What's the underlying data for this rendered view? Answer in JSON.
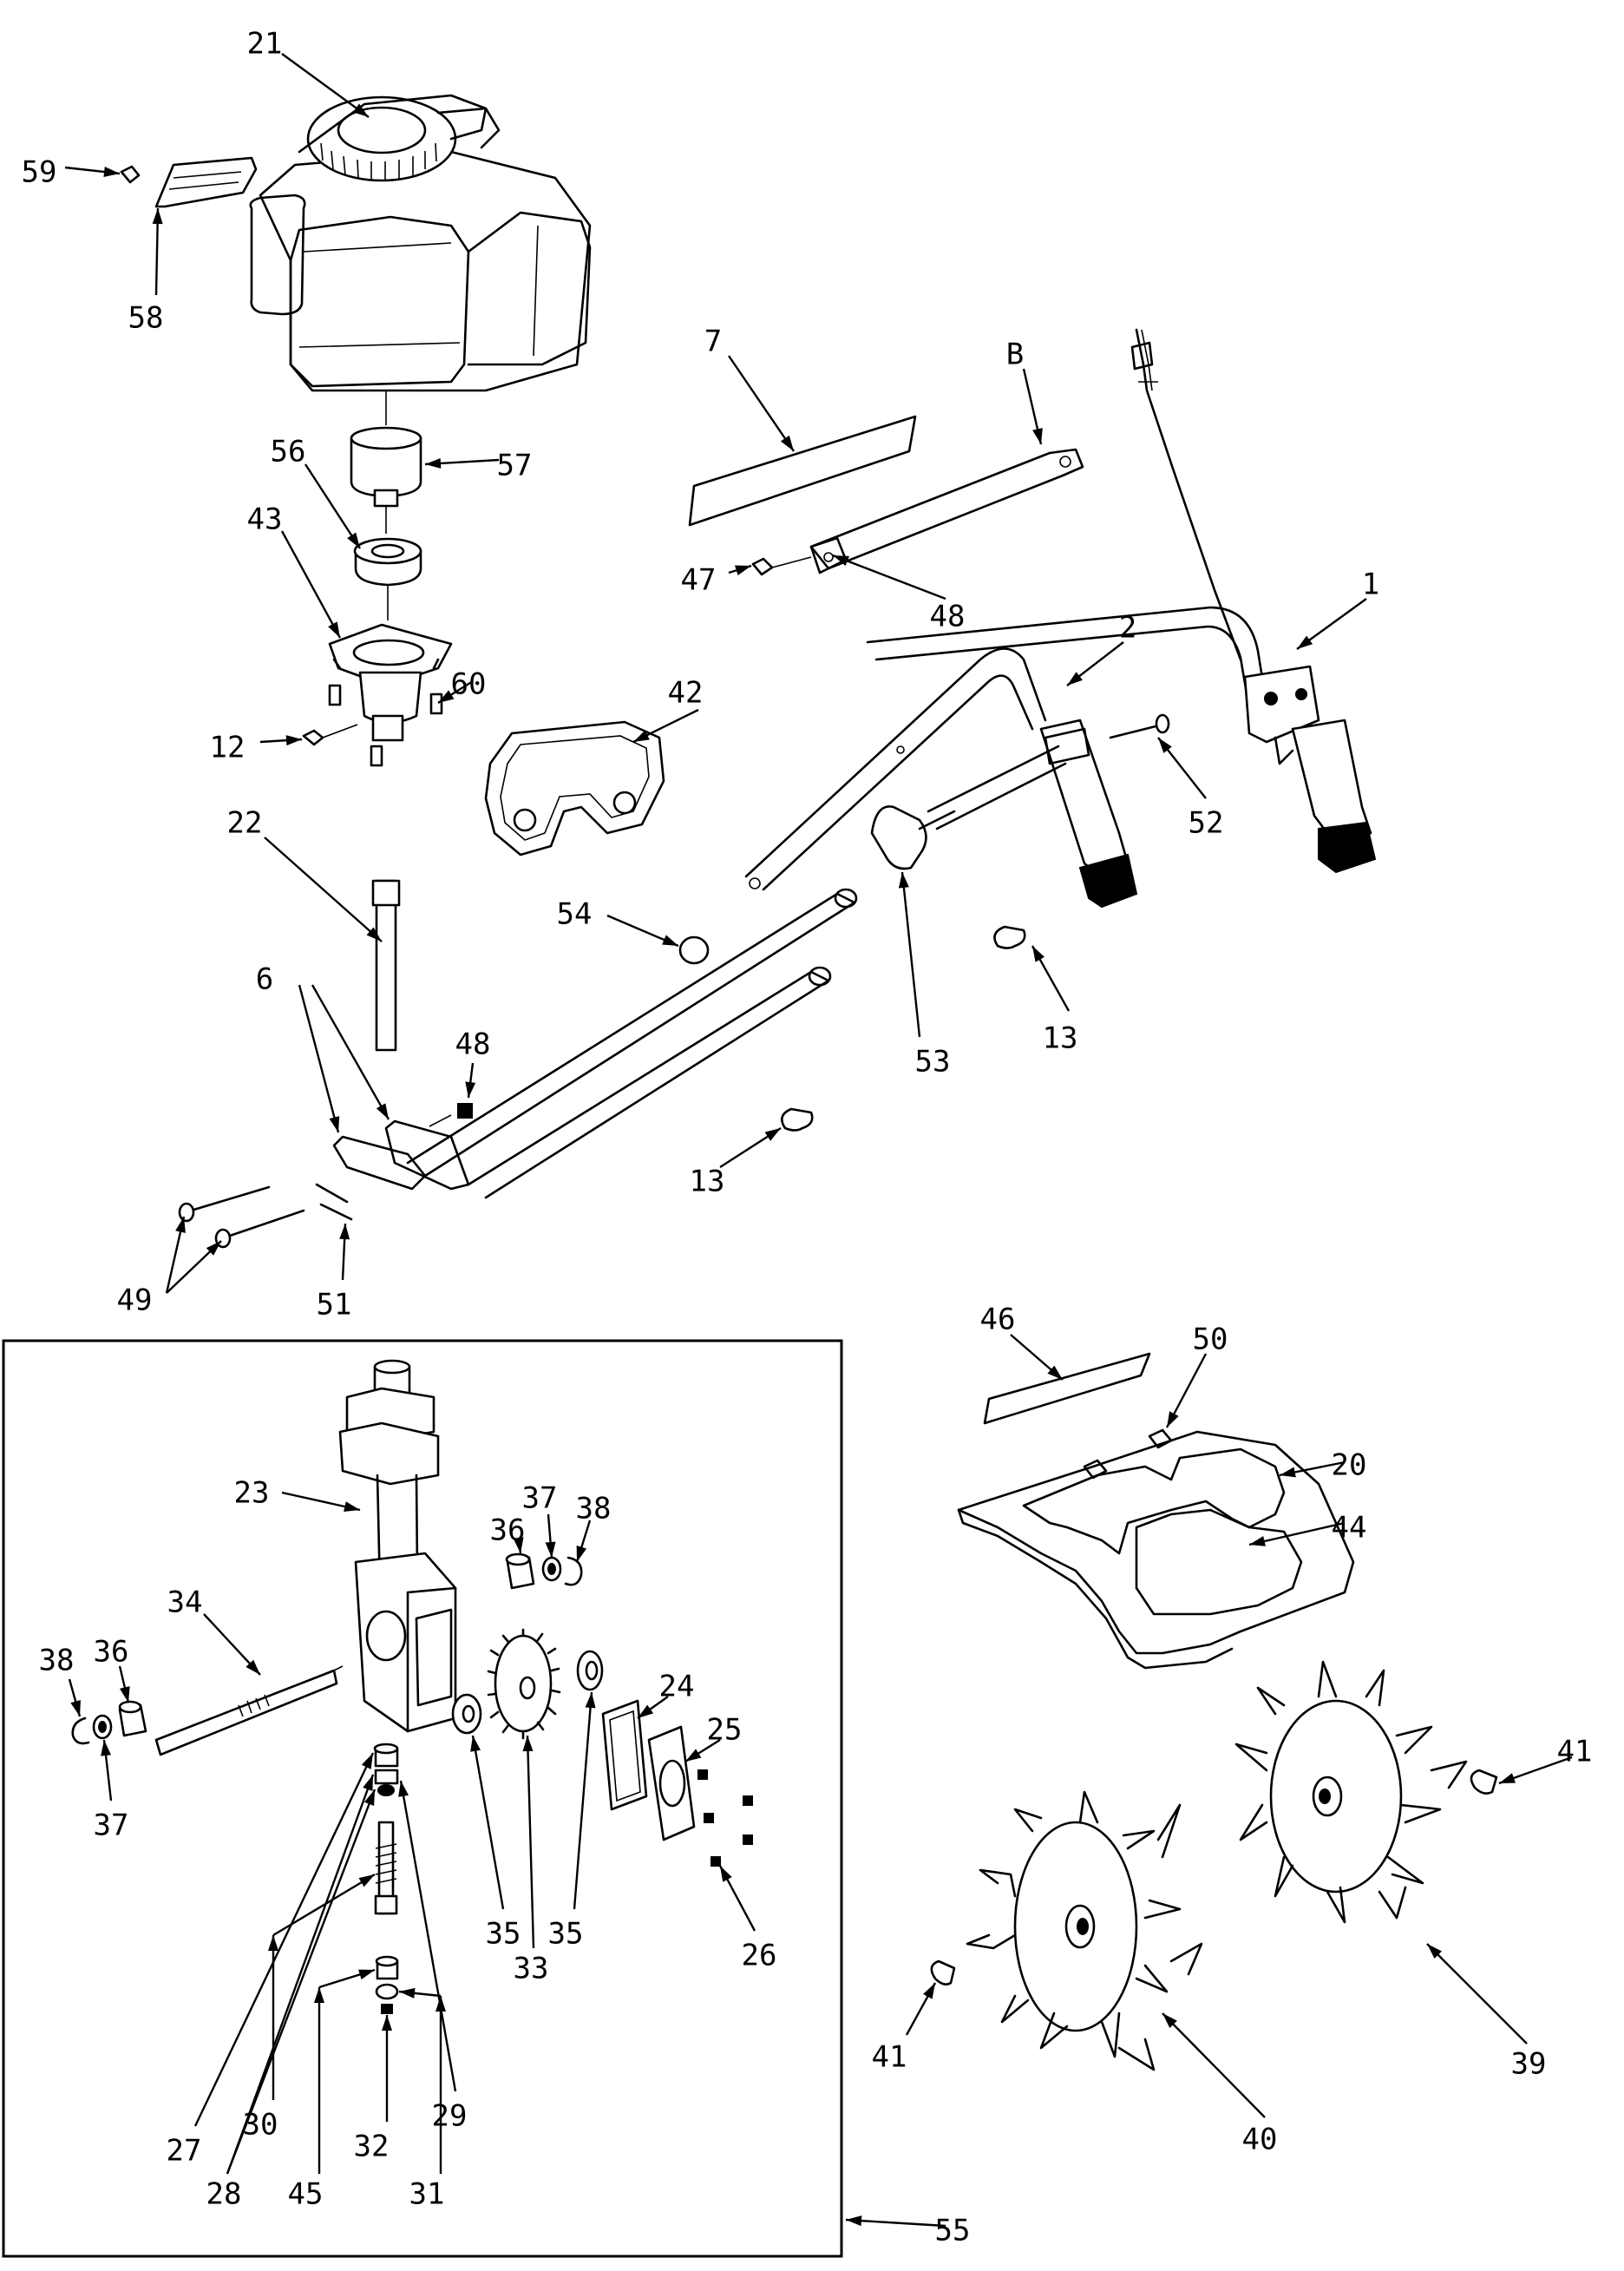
{
  "callouts": [
    {
      "label": "21"
    },
    {
      "label": "59"
    },
    {
      "label": "58"
    },
    {
      "label": "57"
    },
    {
      "label": "56"
    },
    {
      "label": "43"
    },
    {
      "label": "60"
    },
    {
      "label": "12"
    },
    {
      "label": "7"
    },
    {
      "label": "B"
    },
    {
      "label": "47"
    },
    {
      "label": "48"
    },
    {
      "label": "1"
    },
    {
      "label": "2"
    },
    {
      "label": "42"
    },
    {
      "label": "52"
    },
    {
      "label": "22"
    },
    {
      "label": "54"
    },
    {
      "label": "6"
    },
    {
      "label": "48"
    },
    {
      "label": "53"
    },
    {
      "label": "13"
    },
    {
      "label": "13"
    },
    {
      "label": "49"
    },
    {
      "label": "51"
    },
    {
      "label": "46"
    },
    {
      "label": "50"
    },
    {
      "label": "20"
    },
    {
      "label": "44"
    },
    {
      "label": "23"
    },
    {
      "label": "36"
    },
    {
      "label": "37"
    },
    {
      "label": "38"
    },
    {
      "label": "34"
    },
    {
      "label": "38"
    },
    {
      "label": "36"
    },
    {
      "label": "37"
    },
    {
      "label": "24"
    },
    {
      "label": "25"
    },
    {
      "label": "26"
    },
    {
      "label": "35"
    },
    {
      "label": "33"
    },
    {
      "label": "35"
    },
    {
      "label": "27"
    },
    {
      "label": "28"
    },
    {
      "label": "29"
    },
    {
      "label": "30"
    },
    {
      "label": "45"
    },
    {
      "label": "32"
    },
    {
      "label": "31"
    },
    {
      "label": "41"
    },
    {
      "label": "41"
    },
    {
      "label": "40"
    },
    {
      "label": "39"
    },
    {
      "label": "55"
    }
  ]
}
